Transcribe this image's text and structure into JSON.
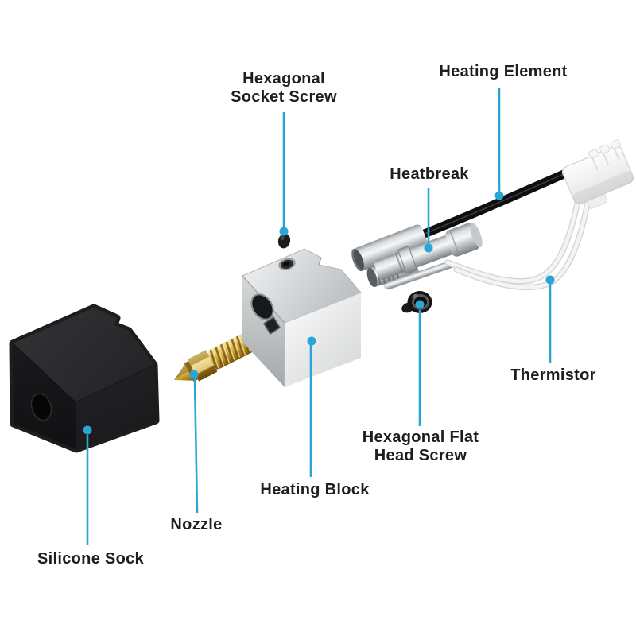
{
  "diagram": {
    "colors": {
      "accent": "#2aa6d6",
      "text": "#1e1e1e",
      "background": "#ffffff",
      "brass": "#d9b44a",
      "metal": "#c9ccce",
      "sock_black": "#1d1d1f",
      "cable_black": "#0e0e0f",
      "wire_white": "#f2f2f2"
    },
    "labels": [
      {
        "id": "hexagonal-socket-screw",
        "text": "Hexagonal\nSocket Screw"
      },
      {
        "id": "heating-element",
        "text": "Heating Element"
      },
      {
        "id": "heatbreak",
        "text": "Heatbreak"
      },
      {
        "id": "thermistor",
        "text": "Thermistor"
      },
      {
        "id": "hexagonal-flat-head-screw",
        "text": "Hexagonal Flat\nHead Screw"
      },
      {
        "id": "heating-block",
        "text": "Heating Block"
      },
      {
        "id": "nozzle",
        "text": "Nozzle"
      },
      {
        "id": "silicone-sock",
        "text": "Silicone Sock"
      }
    ]
  }
}
